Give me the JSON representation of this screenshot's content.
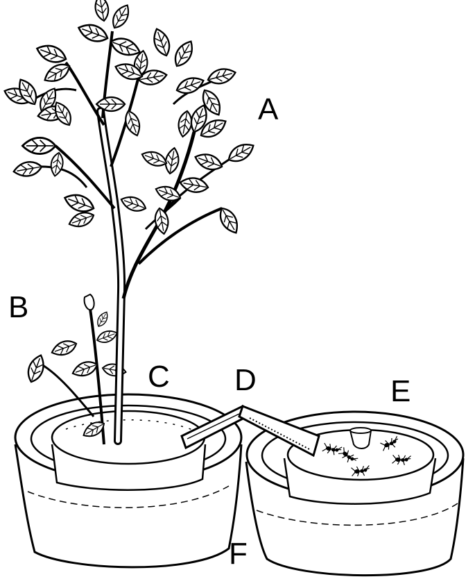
{
  "labels": {
    "a": "A",
    "b": "B",
    "c": "C",
    "d": "D",
    "e": "E",
    "f": "F"
  },
  "colors": {
    "stroke": "#000000",
    "fill": "#ffffff"
  }
}
